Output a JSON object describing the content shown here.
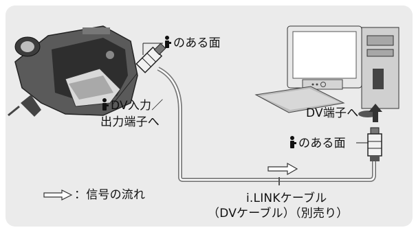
{
  "labels": {
    "camcorder_side": "のある面",
    "camcorder_jack_line1": "DV入力／",
    "camcorder_jack_line2": "出力端子へ",
    "pc_jack": "DV端子へ",
    "pc_side": "のある面",
    "legend": "：信号の流れ",
    "cable_line1": "i.LINKケーブル",
    "cable_line2": "（DVケーブル）（別売り）"
  },
  "icons": [
    "ilink-symbol",
    "signal-flow-arrow",
    "up-arrow",
    "camcorder",
    "desktop-computer",
    "i-link-cable"
  ],
  "colors": {
    "panel_bg": "#ebebeb",
    "cable": "#7a7a7a",
    "device_dark": "#3a3a3a"
  }
}
